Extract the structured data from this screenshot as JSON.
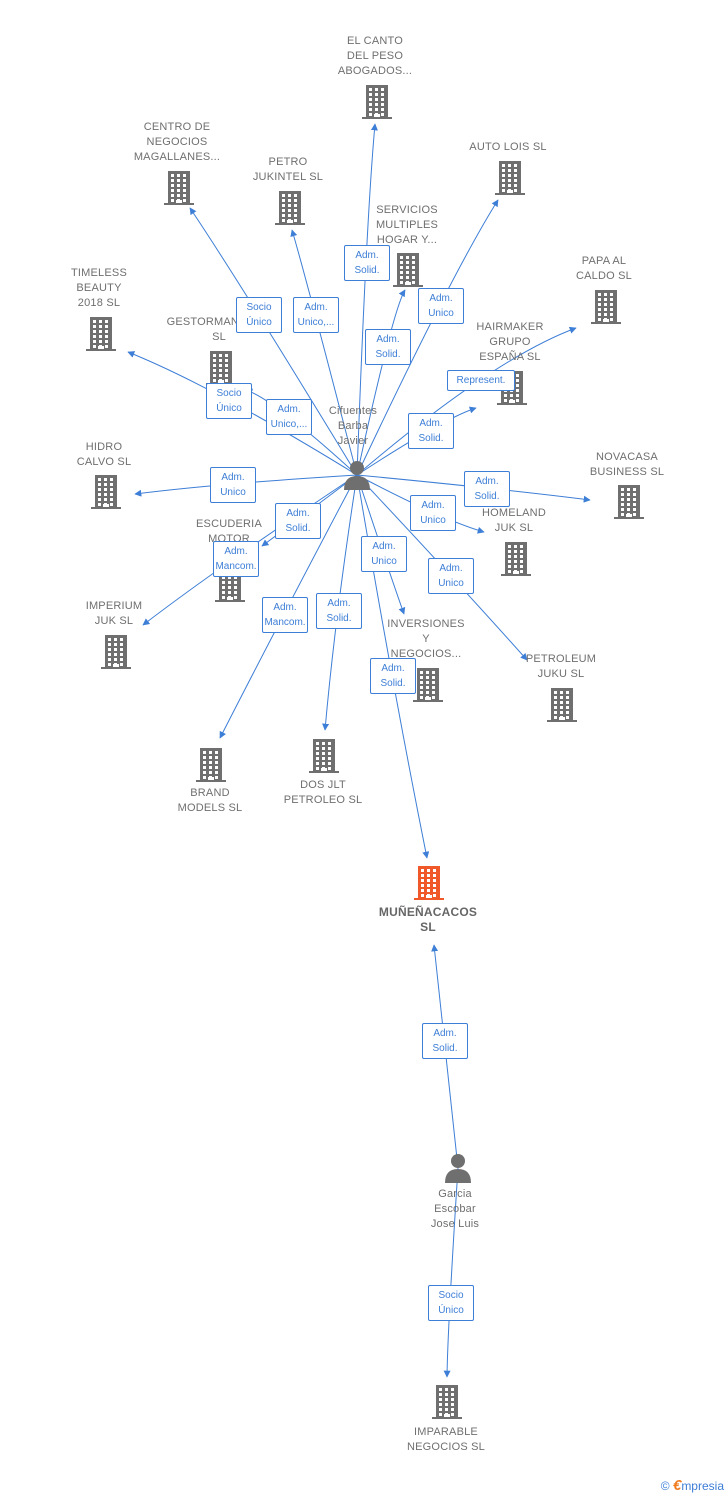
{
  "persons": [
    {
      "id": "p1",
      "name": "Cifuentes\nBarba\nJavier"
    },
    {
      "id": "p2",
      "name": "Garcia\nEscobar\nJose Luis"
    }
  ],
  "companies": [
    {
      "id": "c1",
      "name": "EL CANTO\nDEL PESO\nABOGADOS..."
    },
    {
      "id": "c2",
      "name": "CENTRO DE\nNEGOCIOS\nMAGALLANES..."
    },
    {
      "id": "c3",
      "name": "PETRO\nJUKINTEL  SL"
    },
    {
      "id": "c4",
      "name": "AUTO LOIS  SL"
    },
    {
      "id": "c5",
      "name": "SERVICIOS\nMULTIPLES\nHOGAR Y..."
    },
    {
      "id": "c6",
      "name": "PAPA AL\nCALDO  SL"
    },
    {
      "id": "c7",
      "name": "TIMELESS\nBEAUTY\n2018  SL"
    },
    {
      "id": "c8",
      "name": "GESTORMANAS...A\nSL"
    },
    {
      "id": "c9",
      "name": "HAIRMAKER\nGRUPO\nESPAÑA  SL"
    },
    {
      "id": "c10",
      "name": "HIDRO\nCALVO  SL"
    },
    {
      "id": "c11",
      "name": "NOVACASA\nBUSINESS  SL"
    },
    {
      "id": "c12",
      "name": "ESCUDERIA\nMOTOR\nS..."
    },
    {
      "id": "c13",
      "name": "HOMELAND\nJUK  SL"
    },
    {
      "id": "c14",
      "name": "IMPERIUM\nJUK  SL"
    },
    {
      "id": "c15",
      "name": "INVERSIONES\nY\nNEGOCIOS..."
    },
    {
      "id": "c16",
      "name": "PETROLEUM\nJUKU  SL"
    },
    {
      "id": "c17",
      "name": "BRAND\nMODELS  SL"
    },
    {
      "id": "c18",
      "name": "DOS JLT\nPETROLEO  SL"
    },
    {
      "id": "c19",
      "name": "MUÑEÑACACOS\nSL"
    },
    {
      "id": "c20",
      "name": "IMPARABLE\nNEGOCIOS SL"
    }
  ],
  "relations": [
    {
      "label": "Adm.\nSolid."
    },
    {
      "label": "Socio\nÚnico"
    },
    {
      "label": "Adm.\nUnico,..."
    },
    {
      "label": "Adm.\nUnico"
    },
    {
      "label": "Adm.\nSolid."
    },
    {
      "label": "Represent."
    },
    {
      "label": "Socio\nÚnico"
    },
    {
      "label": "Adm.\nUnico,..."
    },
    {
      "label": "Adm.\nSolid."
    },
    {
      "label": "Adm.\nUnico"
    },
    {
      "label": "Adm.\nSolid."
    },
    {
      "label": "Adm.\nUnico"
    },
    {
      "label": "Adm.\nSolid."
    },
    {
      "label": "Adm.\nMancom."
    },
    {
      "label": "Adm.\nUnico"
    },
    {
      "label": "Adm.\nUnico"
    },
    {
      "label": "Adm.\nMancom."
    },
    {
      "label": "Adm.\nSolid."
    },
    {
      "label": "Adm.\nSolid."
    },
    {
      "label": "Adm.\nSolid."
    },
    {
      "label": "Socio\nÚnico"
    }
  ],
  "colors": {
    "edge": "#3d7ed6",
    "building": "#6f6f6f",
    "highlight": "#f0582a",
    "person": "#6f6f6f"
  },
  "icons": {
    "company": "building-icon",
    "person": "person-icon"
  },
  "footer": {
    "copyright": "©",
    "brand_initial": "€",
    "brand_rest": "mpresia"
  }
}
